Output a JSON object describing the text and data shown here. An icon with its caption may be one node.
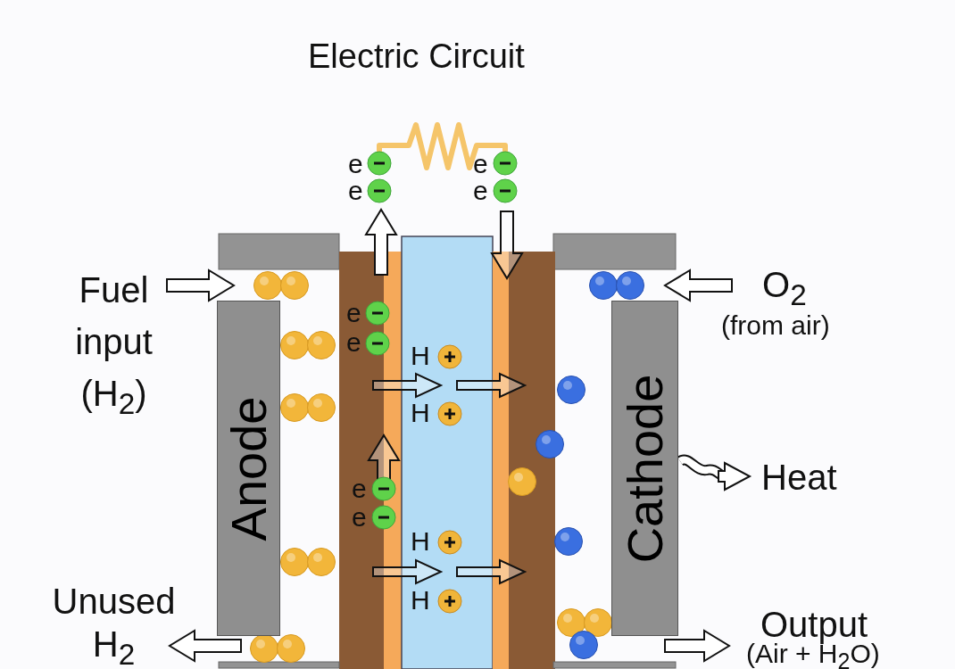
{
  "diagram": {
    "title": "Electric Circuit",
    "nodes": [
      {
        "text": [
          "Anode"
        ]
      },
      {
        "text": [
          "Cathode"
        ]
      }
    ],
    "labels": [
      "e",
      "e",
      "e",
      "e",
      "e",
      "e",
      "e",
      "e",
      "H",
      "H",
      "H",
      "H",
      "Fuel input (H$_{2}$)",
      "O$_{2}$",
      "(from air)",
      "Heat",
      "Unused H$_{2}$",
      "Output",
      "(Air + H$_{2}$O)"
    ]
  }
}
